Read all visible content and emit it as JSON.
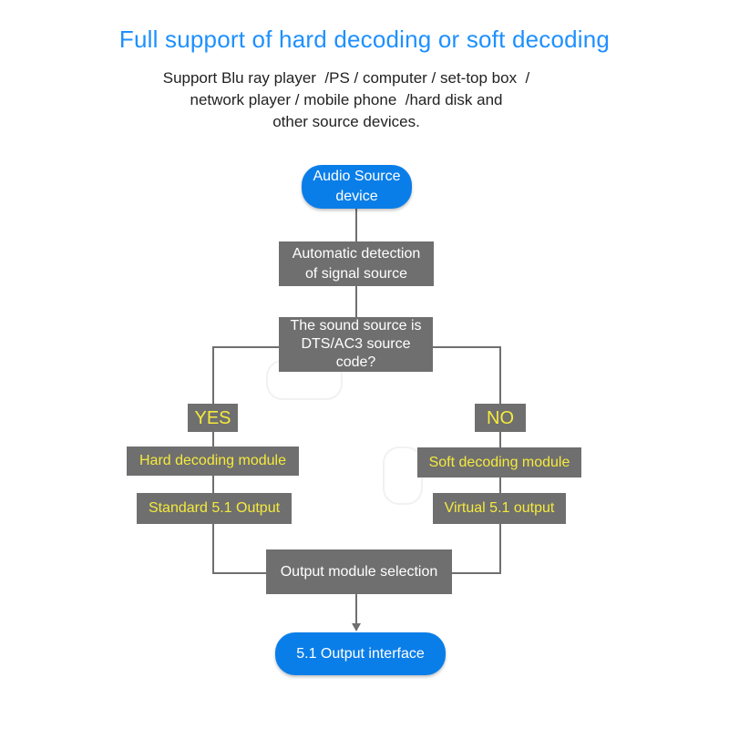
{
  "header": {
    "title": "Full support of hard decoding or soft decoding",
    "subtitle_lines": [
      "Support Blu ray player  /PS / computer / set-top box  /",
      "network player / mobile phone  /hard disk and",
      "other source devices."
    ]
  },
  "flowchart": {
    "start": "Audio Source\ndevice",
    "detect": "Automatic detection\nof signal source",
    "decision": "The sound source is\nDTS/AC3 source\ncode?",
    "yes_label": "YES",
    "no_label": "NO",
    "hard_module": "Hard decoding module",
    "soft_module": "Soft decoding module",
    "standard_output": "Standard 5.1 Output",
    "virtual_output": "Virtual 5.1 output",
    "selection": "Output module selection",
    "end": "5.1 Output interface"
  },
  "colors": {
    "title": "#1e90ff",
    "pill": "#0a7ee8",
    "box": "#6f6f6f",
    "box_highlight_text": "#f5ea3c",
    "line": "#6f6f6f"
  }
}
